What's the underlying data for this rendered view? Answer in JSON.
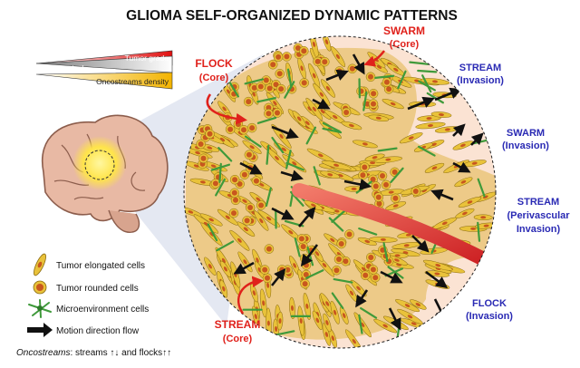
{
  "title": "GLIOMA SELF-ORGANIZED DYNAMIC PATTERNS",
  "gradient_legend": {
    "tumor_grade": "Tumor grade",
    "survival": "Survival",
    "oncostreams_density": "Oncostreams density"
  },
  "labels": {
    "flock_core": [
      "FLOCK",
      "(Core)"
    ],
    "swarm_core": [
      "SWARM",
      "(Core)"
    ],
    "stream_core": [
      "STREAM",
      "(Core)"
    ],
    "stream_invasion": [
      "STREAM",
      "(Invasion)"
    ],
    "swarm_invasion": [
      "SWARM",
      "(Invasion)"
    ],
    "stream_perivascular": [
      "STREAM",
      "(Perivascular",
      "Invasion)"
    ],
    "flock_invasion": [
      "FLOCK",
      "(Invasion)"
    ]
  },
  "legend": {
    "elongated": "Tumor elongated cells",
    "rounded": "Tumor rounded cells",
    "microenv": "Microenvironment cells",
    "motion": "Motion direction flow"
  },
  "footnote": {
    "prefix": "Oncostreams",
    "suffix": ": streams ↑↓ and flocks↑↑"
  },
  "colors": {
    "red_label": "#e0211b",
    "blue_label": "#2a2ab4",
    "elongated_cell": "#e9c23a",
    "rounded_cell": "#c8571e",
    "microenv_cell": "#3f9a3a",
    "disc": "#fbe3d3"
  }
}
